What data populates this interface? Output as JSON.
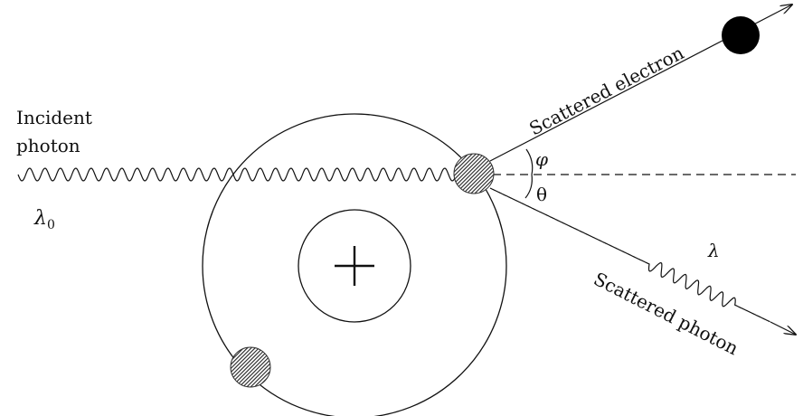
{
  "labels": {
    "incident_photon_line1": "Incident",
    "incident_photon_line2": "photon",
    "incident_wavelength_symbol": "λ",
    "incident_wavelength_subscript": "0",
    "scattered_electron": "Scattered electron",
    "scattered_photon": "Scattered photon",
    "scattered_wavelength": "λ",
    "electron_angle": "φ",
    "photon_angle": "θ",
    "nucleus_sign": "+"
  },
  "colors": {
    "stroke": "#111111",
    "electron_fill": "#000000",
    "hatched_electron": "#2a2a2a"
  }
}
